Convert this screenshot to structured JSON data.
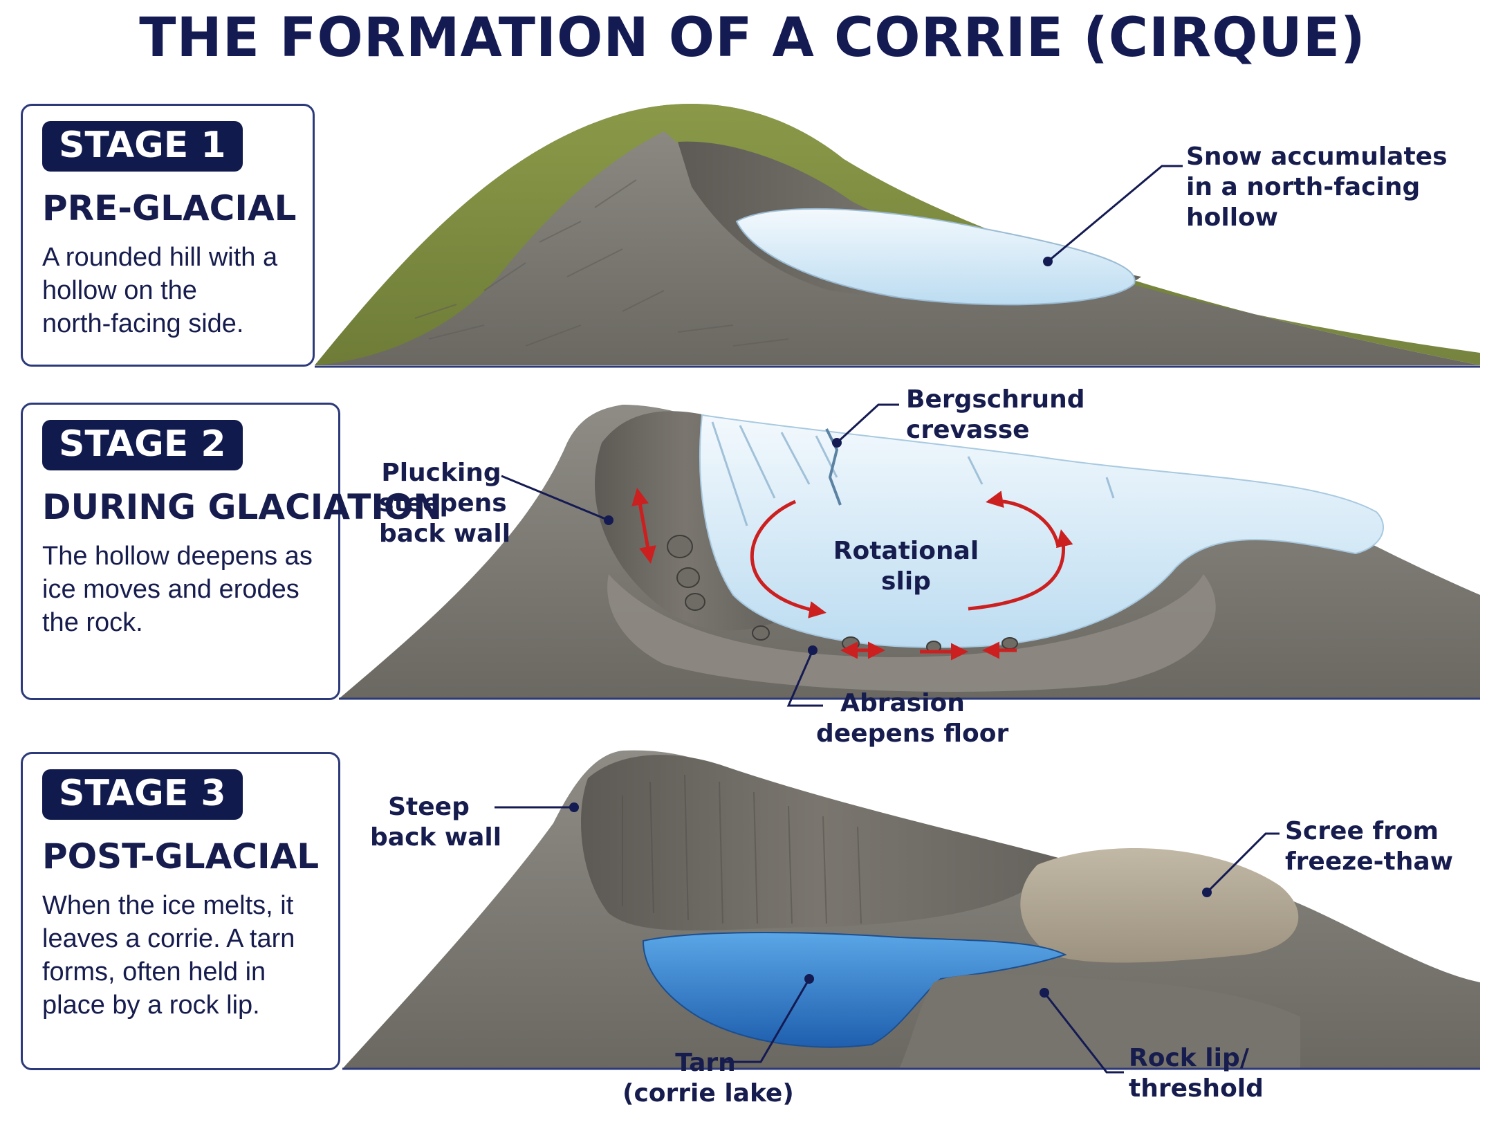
{
  "title": "THE FORMATION OF A CORRIE (CIRQUE)",
  "stages": [
    {
      "badge": "STAGE 1",
      "heading": "PRE-GLACIAL",
      "description": [
        "A rounded hill with a",
        "hollow on the",
        "north-facing side."
      ]
    },
    {
      "badge": "STAGE 2",
      "heading": "DURING GLACIATION",
      "description": [
        "The hollow deepens as",
        "ice moves and erodes",
        "the rock."
      ]
    },
    {
      "badge": "STAGE 3",
      "heading": "POST-GLACIAL",
      "description": [
        "When the ice melts, it",
        "leaves a corrie. A tarn",
        "forms, often held in",
        "place by a rock lip."
      ]
    }
  ],
  "labels": {
    "snow": [
      "Snow accumulates",
      "in a north-facing",
      "hollow"
    ],
    "bergschrund": [
      "Bergschrund",
      "crevasse"
    ],
    "plucking": [
      "Plucking",
      "steepens",
      "back wall"
    ],
    "rotational": [
      "Rotational",
      "slip"
    ],
    "abrasion": [
      "Abrasion",
      "deepens floor"
    ],
    "steep_wall": [
      "Steep",
      "back wall"
    ],
    "scree": [
      "Scree from",
      "freeze-thaw"
    ],
    "tarn": [
      "Tarn",
      "(corrie lake)"
    ],
    "rock_lip": [
      "Rock lip/",
      "threshold"
    ]
  },
  "colors": {
    "navy": "#141a52",
    "rock": "#7d7a74",
    "grass": "#7e8f3c",
    "ice": "#d9ecf8",
    "water": "#2f7fcf",
    "arrow": "#cc1f1f"
  }
}
